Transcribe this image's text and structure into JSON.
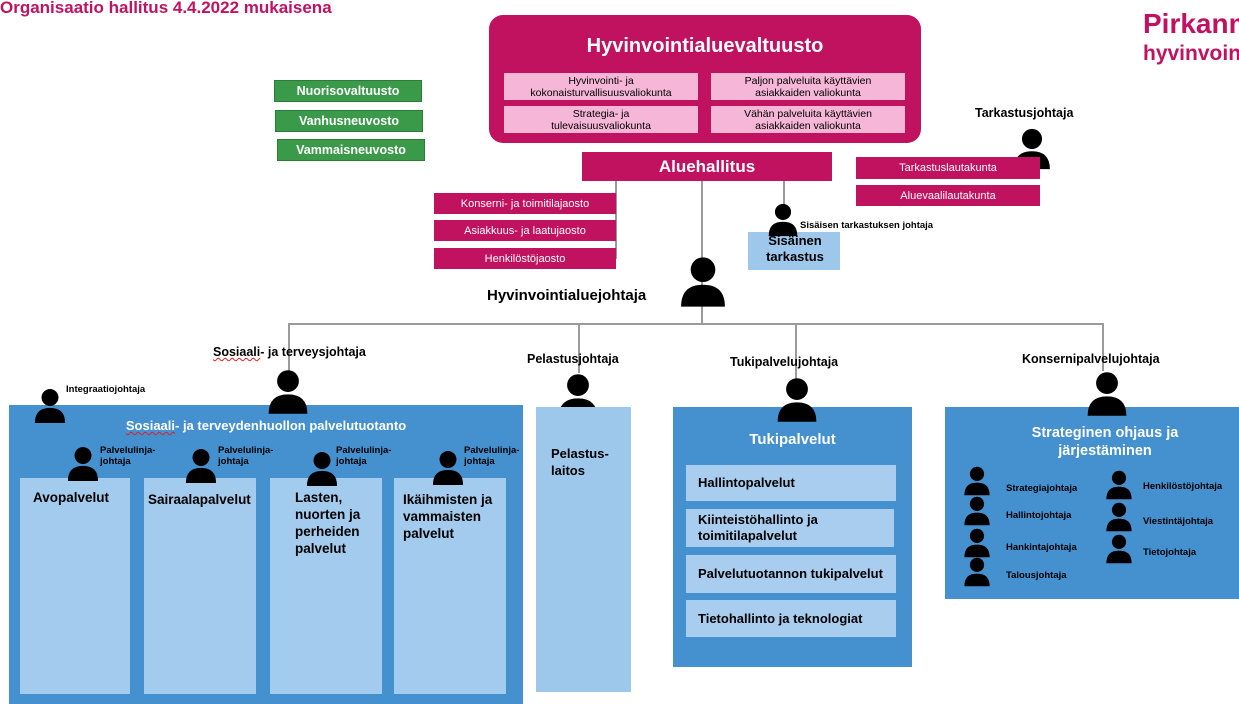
{
  "header": {
    "title": "Organisaatio hallitus 4.4.2022 mukaisena"
  },
  "logo": {
    "line1": "Pirkanm",
    "line2": "hyvinvoin"
  },
  "councils": [
    "Nuorisovaltuusto",
    "Vanhusneuvosto",
    "Vammaisneuvosto"
  ],
  "valtuusto": {
    "title": "Hyvinvointialuevaltuusto",
    "committees": [
      "Hyvinvointi- ja kokonaisturvallisuusvaliokunta",
      "Paljon palveluita käyttävien asiakkaiden valiokunta",
      "Strategia- ja tulevaisuusvaliokunta",
      "Vähän palveluita käyttävien asiakkaiden valiokunta"
    ]
  },
  "aluehallitus": {
    "title": "Aluehallitus",
    "sections": [
      "Konserni- ja toimitilajaosto",
      "Asiakkuus- ja laatujaosto",
      "Henkilöstöjaosto"
    ]
  },
  "audit": {
    "director": "Tarkastusjohtaja",
    "boards": [
      "Tarkastuslautakunta",
      "Aluevaalilautakunta"
    ],
    "internal_director": "Sisäisen tarkastuksen johtaja",
    "internal_unit": "Sisäinen tarkastus"
  },
  "ceo": "Hyvinvointialuejohtaja",
  "social": {
    "director_a": "Sosiaali",
    "director_b": "- ja terveysjohtaja",
    "integration": "Integraatiojohtaja",
    "unit_a": "Sosiaali",
    "unit_b": "- ja terveydenhuollon palvelutuotanto",
    "line_director": "Palvelulinja-johtaja",
    "lines": [
      "Avopalvelut",
      "Sairaalapalvelut",
      "Lasten, nuorten ja perheiden palvelut",
      "Ikäihmisten ja vammaisten palvelut"
    ]
  },
  "rescue": {
    "director": "Pelastusjohtaja",
    "unit": "Pelastus-laitos"
  },
  "support": {
    "director": "Tukipalvelujohtaja",
    "unit": "Tukipalvelut",
    "items": [
      "Hallintopalvelut",
      "Kiinteistöhallinto ja toimitilapalvelut",
      "Palvelutuotannon tukipalvelut",
      "Tietohallinto ja teknologiat"
    ]
  },
  "group": {
    "director": "Konsernipalvelujohtaja",
    "unit": "Strateginen ohjaus ja järjestäminen",
    "left": [
      "Strategiajohtaja",
      "Hallintojohtaja",
      "Hankintajohtaja",
      "Talousjohtaja"
    ],
    "right": [
      "Henkilöstöjohtaja",
      "Viestintäjohtaja",
      "Tietojohtaja"
    ]
  },
  "colors": {
    "brand": "#c0125f",
    "pink": "#f6b6d8",
    "green": "#3a9a49",
    "blue": "#4590cf",
    "light_blue": "#a3cbee"
  }
}
